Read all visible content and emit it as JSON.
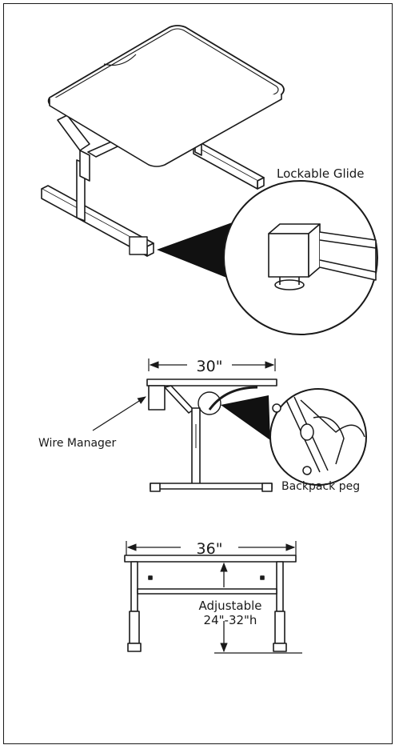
{
  "labels": {
    "lockable_glide": "Lockable Glide",
    "width_top": "30\"",
    "wire_manager": "Wire Manager",
    "backpack_peg": "Backpack peg",
    "width_front": "36\"",
    "adjustable": "Adjustable",
    "height_range": "24\"-32\"h"
  },
  "colors": {
    "ink": "#1a1a1a",
    "paper": "#ffffff",
    "callout": "#111111"
  }
}
